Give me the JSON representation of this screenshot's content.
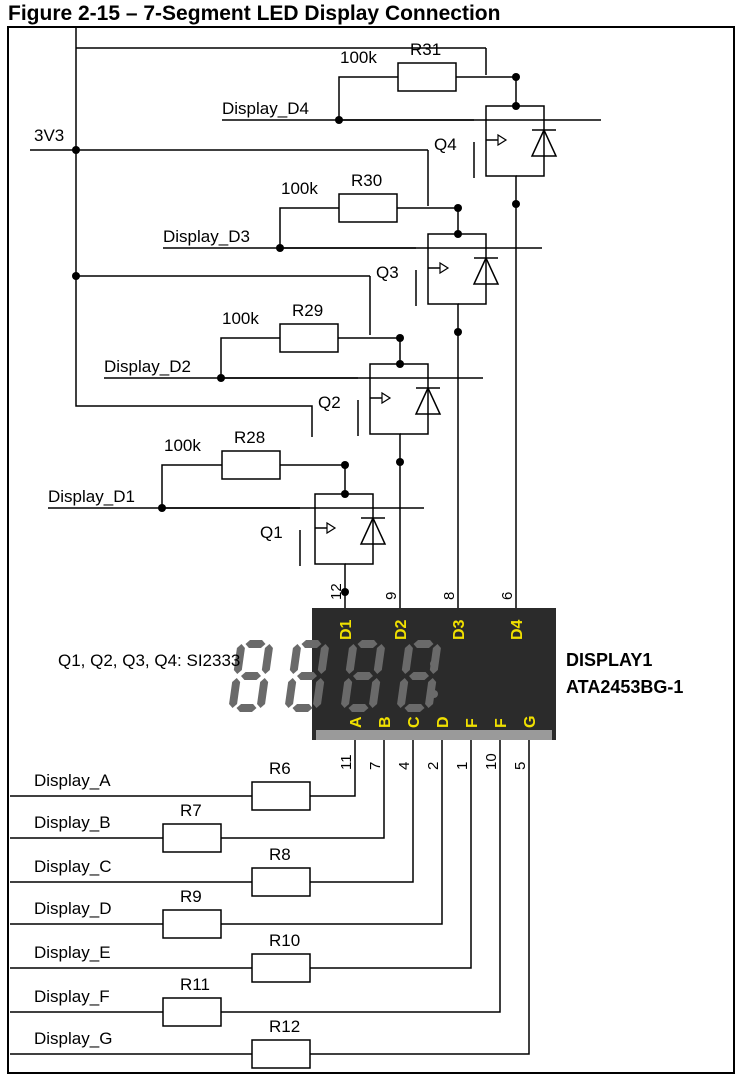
{
  "title": "Figure 2-15 – 7-Segment LED Display Connection",
  "supply_label": "3V3",
  "high_side": [
    {
      "input": "Display_D1",
      "resistor": "R28",
      "value": "100k",
      "transistor": "Q1",
      "pin": "12"
    },
    {
      "input": "Display_D2",
      "resistor": "R29",
      "value": "100k",
      "transistor": "Q2",
      "pin": "9"
    },
    {
      "input": "Display_D3",
      "resistor": "R30",
      "value": "100k",
      "transistor": "Q3",
      "pin": "8"
    },
    {
      "input": "Display_D4",
      "resistor": "R31",
      "value": "100k",
      "transistor": "Q4",
      "pin": "6"
    }
  ],
  "transistor_note": "Q1, Q2, Q3, Q4: SI2333",
  "display": {
    "name": "DISPLAY1",
    "part": "ATA2453BG-1",
    "digit_labels": [
      "D1",
      "D2",
      "D3",
      "D4"
    ],
    "segment_labels": [
      "A",
      "B",
      "C",
      "D",
      "F",
      "F",
      "G"
    ],
    "segment_color": "#f0e000",
    "body_color": "#2b2b2b"
  },
  "segments": [
    {
      "input": "Display_A",
      "resistor": "R6",
      "pin": "11"
    },
    {
      "input": "Display_B",
      "resistor": "R7",
      "pin": "7"
    },
    {
      "input": "Display_C",
      "resistor": "R8",
      "pin": "4"
    },
    {
      "input": "Display_D",
      "resistor": "R9",
      "pin": "2"
    },
    {
      "input": "Display_E",
      "resistor": "R10",
      "pin": "1"
    },
    {
      "input": "Display_F",
      "resistor": "R11",
      "pin": "10"
    },
    {
      "input": "Display_G",
      "resistor": "R12",
      "pin": "5"
    }
  ]
}
